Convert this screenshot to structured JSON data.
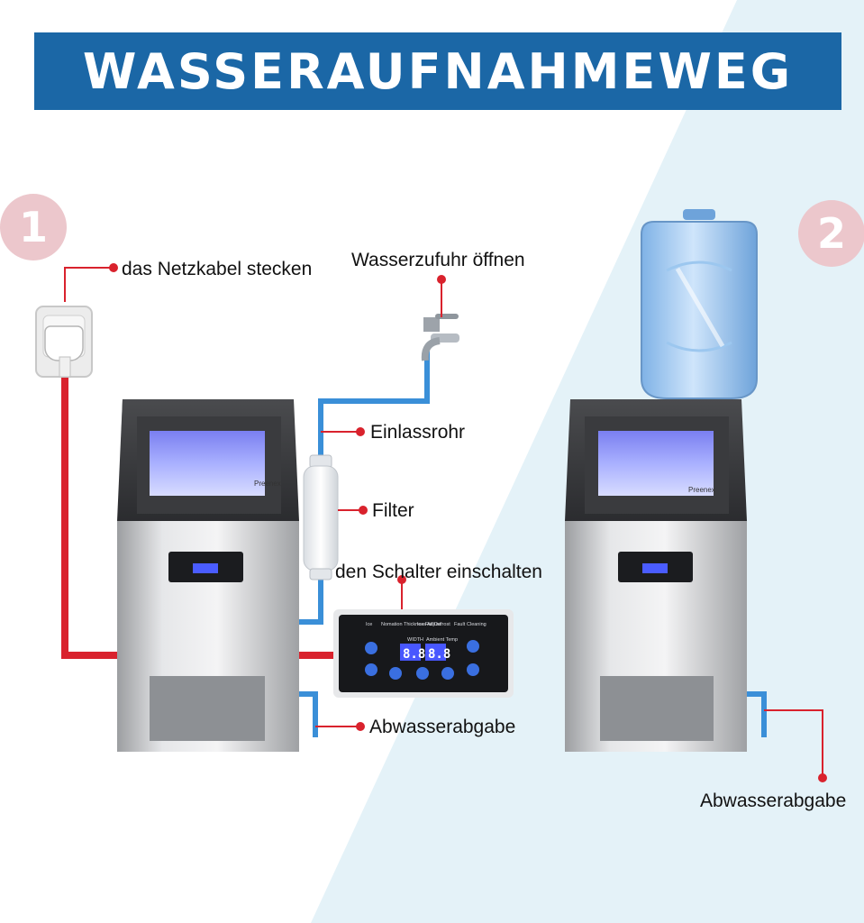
{
  "title": "WASSERAUFNAHMEWEG",
  "colors": {
    "banner": "#1b67a6",
    "cable": "#d9222d",
    "pipe": "#3a8fd8",
    "step_circle": "#ecc7cc",
    "leader": "#d9222d"
  },
  "steps": [
    {
      "number": "1"
    },
    {
      "number": "2"
    }
  ],
  "labels": {
    "power_cable": "das Netzkabel stecken",
    "water_supply": "Wasserzufuhr öffnen",
    "inlet_pipe": "Einlassrohr",
    "filter": "Filter",
    "switch_on": "den Schalter einschalten",
    "drain_1": "Abwasserabgabe",
    "drain_2": "Abwasserabgabe"
  },
  "machine": {
    "brand": "Preenex"
  },
  "control_panel": {
    "indicators": [
      "Ice",
      "Nomation Thickness Adjust",
      "Ice Full",
      "Defrost",
      "Fault",
      "Cleaning"
    ],
    "display_labels": [
      "WIDTH",
      "Ambient Temp"
    ],
    "display_left": "8.8",
    "display_right": "8.8"
  }
}
